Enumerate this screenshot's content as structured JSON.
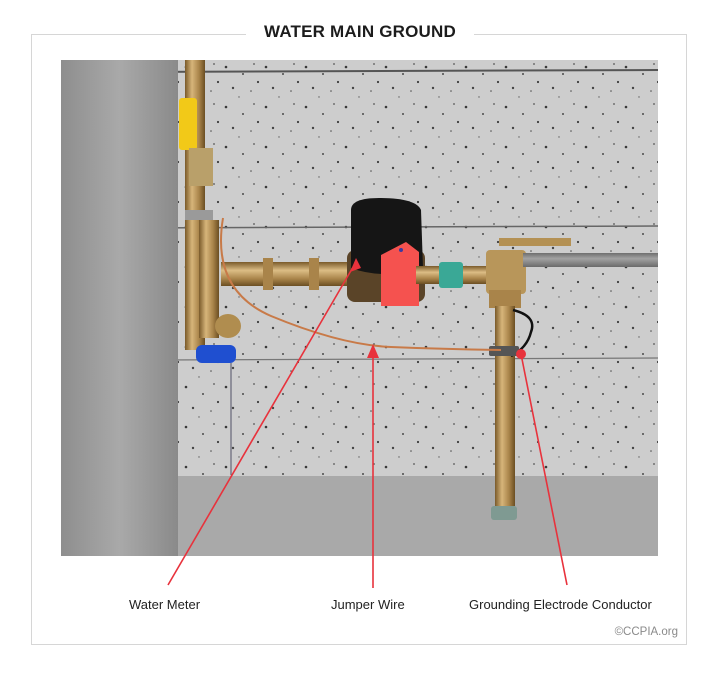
{
  "title": "WATER MAIN GROUND",
  "callouts": [
    {
      "label": "Water Meter",
      "target": "water-meter"
    },
    {
      "label": "Jumper Wire",
      "target": "jumper-wire"
    },
    {
      "label": "Grounding Electrode Conductor",
      "target": "grounding-electrode-conductor"
    }
  ],
  "credit": "©CCPIA.org",
  "colors": {
    "callout_line": "#e8323c",
    "pipe_copper": "#b8965a",
    "valve_handle_yellow": "#f2c918",
    "valve_handle_blue": "#1f4fd0",
    "meter_body": "#1a1a1a",
    "tag_red": "#f5524f",
    "coupling_teal": "#3aa896",
    "wall_concrete": "#c9c9c9",
    "floor_concrete": "#a8a8a8",
    "frame_border": "#d6d6d6"
  }
}
